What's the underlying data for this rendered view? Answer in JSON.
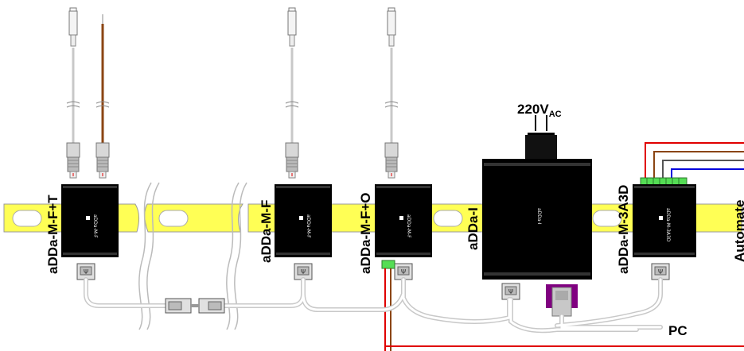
{
  "power_label": {
    "main": "220V",
    "sub": "AC"
  },
  "modules": [
    {
      "label": "aDDa-M-F+T",
      "face": "aDDa-M-F"
    },
    {
      "label": "aDDa-M-F",
      "face": "aDDa-M-F"
    },
    {
      "label": "aDDa-M-F+O",
      "face": "aDDa-M-F"
    },
    {
      "label": "aDDa-I",
      "face": "aDDa-I"
    },
    {
      "label": "aDDa-M-3A3D",
      "face": "aDDa-M-3A3D"
    }
  ],
  "pc_label": "PC",
  "automate_label": "Automate",
  "colors": {
    "rail": "#ffff55",
    "module_body": "#000000",
    "wire_red": "#e00000",
    "wire_brown": "#8b4513",
    "wire_blue": "#0000dd",
    "terminal_green": "#55dd55",
    "db9_purple": "#800080",
    "cable_grey": "#c8c8c8"
  }
}
